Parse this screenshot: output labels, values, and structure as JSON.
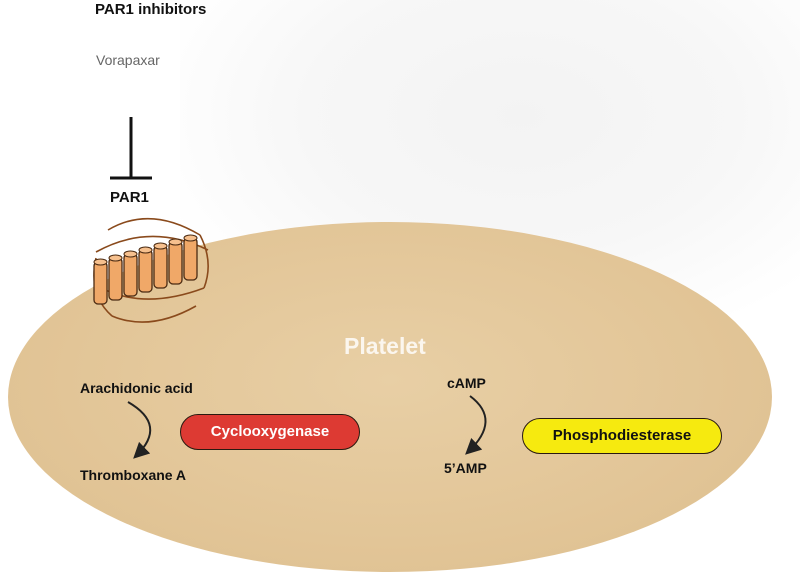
{
  "diagram": {
    "inhibitor_class": "PAR1 inhibitors",
    "drug": "Vorapaxar",
    "receptor": "PAR1",
    "cell": "Platelet",
    "pathway_cox": {
      "substrate": "Arachidonic acid",
      "product": "Thromboxane A",
      "enzyme": "Cyclooxygenase"
    },
    "pathway_pde": {
      "substrate": "cAMP",
      "product": "5’AMP",
      "enzyme": "Phosphodiesterase"
    }
  },
  "colors": {
    "cell_fill": "#e2c597",
    "receptor_fill": "#f0a868",
    "cyclooxygenase_fill": "#dd3a33",
    "phosphodiesterase_fill": "#f6ea0f"
  }
}
